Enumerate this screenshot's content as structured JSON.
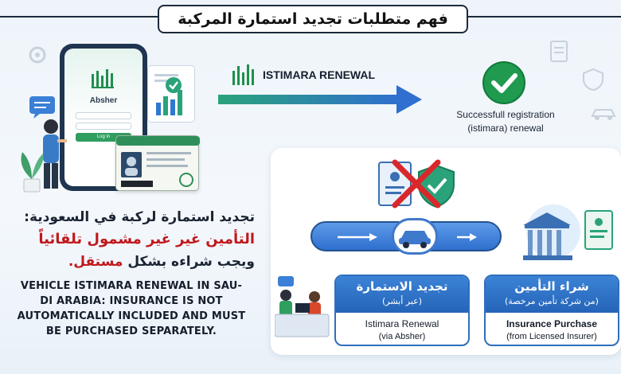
{
  "title": "فهم متطلبات تجديد استمارة المركبة",
  "phone": {
    "app_name": "Absher",
    "login_label": "Log in"
  },
  "flow": {
    "arrow_label": "ISTIMARA RENEWAL",
    "success_line1": "Successfull registration",
    "success_line2": "(istimara) renewal"
  },
  "arabic_text": {
    "line1": "تجديد استمارة لركبة في السعودية:",
    "line2": "التأمين غير غير مشمول تلقائياً",
    "line3_prefix": "ويجب شراءه بشكل ",
    "line3_highlight": "مستقل."
  },
  "english_text": {
    "line1": "VEHICLE ISTIMARA RENEWAL IN SAU-",
    "line2": "DI ARABIA: INSURANCE IS NOT",
    "line3": "AUTOMATICALLY INCLUDED AND MUST",
    "line4": "BE PURCHASED SEPARATELY."
  },
  "cards": {
    "renewal": {
      "title_ar": "تجديد الاستمارة",
      "subtitle_ar": "(عبر أبشر)",
      "title_en": "Istimara Renewal",
      "subtitle_en": "(via Absher)"
    },
    "insurance": {
      "title_ar": "شراء التأمين",
      "subtitle_ar": "(من شركة تأمين مرخصة)",
      "title_en": "Insurance Purchase",
      "subtitle_en": "(from Licensed Insurer)"
    }
  },
  "colors": {
    "accent_red": "#c0181c",
    "brand_green": "#1f8f4e",
    "flow_blue": "#2f6fcf",
    "teal_arrow": "#2aa37a"
  },
  "icons": [
    "absher-logo-icon",
    "check-icon",
    "cross-icon",
    "shield-check-icon",
    "car-icon",
    "building-icon",
    "document-icon",
    "person-icon",
    "chat-bubble-icon",
    "bar-chart-icon"
  ]
}
